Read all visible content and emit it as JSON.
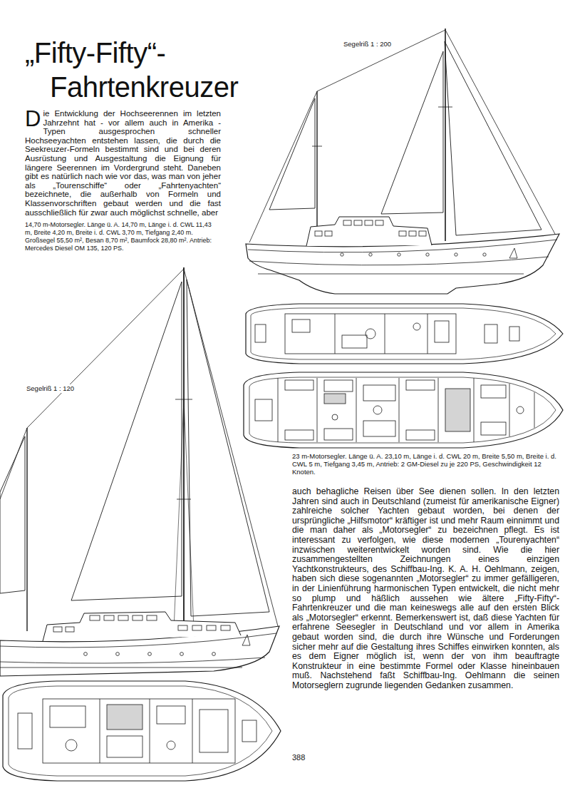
{
  "diagram": {
    "title": "„Fifty-Fifty“- Fahrtenkreuzer",
    "labels": [
      "Die Entwicklung der Hochseerennen im letzten Jahrzehnt hat - vor allem auch in Amerika - Typen ausgesprochen schneller Hochseeyachten entstehen lassen, die durch die Seekreuzer-Formeln bestimmt sind und bei deren Ausrüstung und Ausgestaltung die Eignung für längere Seerennen im Vordergrund steht. Daneben gibt es natürlich nach wie vor das, was man von jeher als „Tourenschiffe“ oder „Fahrtenyachten“ bezeichnete, die außerhalb von Formeln und Klassenvorschriften gebaut werden und die fast ausschließlich für zwar auch möglichst schnelle, aber",
      "14,70 m-Motorsegler. Länge ü. A. 14,70 m, Länge i. d. CWL 11,43 m, Breite 4,20 m, Breite i. d. CWL 3,70 m, Tiefgang 2,40 m. Großsegel 55,50 m², Besan 8,70 m², Baumfock 28,80 m². Antrieb: Mercedes Diesel OM 135, 120 PS.",
      "Segelriß 1 : 200",
      "Segelriß 1 : 120",
      "23 m-Motorsegler. Länge ü. A. 23,10 m, Länge i. d. CWL 20 m, Breite 5,50 m, Breite i. d. CWL 5 m, Tiefgang 3,45 m, Antrieb: 2 GM-Diesel zu je 220 PS, Geschwindigkeit 12 Knoten.",
      "auch behagliche Reisen über See dienen sollen. In den letzten Jahren sind auch in Deutschland (zumeist für amerikanische Eigner) zahlreiche solcher Yachten gebaut worden, bei denen der ursprüngliche „Hilfsmotor“ kräftiger ist und mehr Raum einnimmt und die man daher als „Motorsegler“ zu bezeichnen pflegt. Es ist interessant zu verfolgen, wie diese modernen „Tourenyachten“ inzwischen weiterentwickelt worden sind. Wie die hier zusammengestellten Zeichnungen eines einzigen Yachtkonstrukteurs, des Schiffbau-Ing. K. A. H. Oehlmann, zeigen, haben sich diese sogenannten „Motorsegler“ zu immer gefälligeren, in der Linienführung harmonischen Typen entwickelt, die nicht mehr so plump und häßlich aussehen wie ältere „Fifty-Fifty“-Fahrtenkreuzer und die man keineswegs alle auf den ersten Blick als „Motorsegler“ erkennt. Bemerkenswert ist, daß diese Yachten für erfahrene Seesegler in Deutschland und vor allem in Amerika gebaut worden sind, die durch ihre Wünsche und Forderungen sicher mehr auf die Gestaltung ihres Schiffes einwirken konnten, als es dem Eigner möglich ist, wenn der von ihm beauftragte Konstrukteur in eine bestimmte Formel oder Klasse hineinbauen muß. Nachstehend faßt Schiffbau-Ing. Oehlmann die seinen Motorseglern zugrunde liegenden Gedanken zusammen.",
      "388"
    ]
  }
}
